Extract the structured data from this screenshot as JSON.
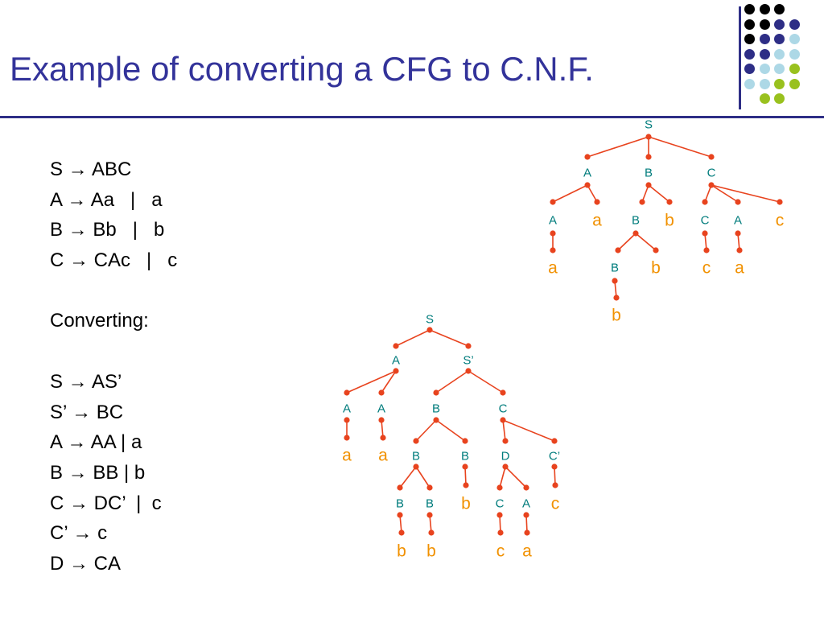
{
  "slide": {
    "title": "Example of converting a CFG to C.N.F."
  },
  "colors": {
    "title": "#33339a",
    "rule_lines": "#2e2e86",
    "edges": "#e8431e",
    "nonterminal_label": "#007c7c",
    "terminal_label": "#f19100",
    "dot_palette": [
      "#000000",
      "#2e2e86",
      "#add8e6",
      "#99c11e"
    ]
  },
  "decoration": {
    "dot_grid_rows": [
      [
        "#000000",
        "#000000",
        "#000000",
        null
      ],
      [
        "#000000",
        "#000000",
        "#2e2e86",
        "#2e2e86"
      ],
      [
        "#000000",
        "#2e2e86",
        "#2e2e86",
        "#add8e6"
      ],
      [
        "#2e2e86",
        "#2e2e86",
        "#add8e6",
        "#add8e6"
      ],
      [
        "#2e2e86",
        "#add8e6",
        "#add8e6",
        "#99c11e"
      ],
      [
        "#add8e6",
        "#add8e6",
        "#99c11e",
        "#99c11e"
      ],
      [
        null,
        "#99c11e",
        "#99c11e",
        null
      ]
    ]
  },
  "grammar": {
    "lines": [
      "S → ABC",
      "A → Aa   |   a",
      "B → Bb   |   b",
      "C → CAc   |   c",
      "",
      "Converting:",
      "",
      "S → AS’",
      "S’ → BC",
      "A → AA | a",
      "B → BB | b",
      "C → DC’  |  c",
      "C’ → c",
      "D → CA"
    ]
  },
  "trees": [
    {
      "name": "original-parse-tree",
      "nodes": [
        {
          "id": "S",
          "label": "S",
          "kind": "nt"
        },
        {
          "id": "A1",
          "label": "A",
          "kind": "nt"
        },
        {
          "id": "B1",
          "label": "B",
          "kind": "nt"
        },
        {
          "id": "C1",
          "label": "C",
          "kind": "nt"
        },
        {
          "id": "A2",
          "label": "A",
          "kind": "nt"
        },
        {
          "id": "a1",
          "label": "a",
          "kind": "t"
        },
        {
          "id": "B2",
          "label": "B",
          "kind": "nt"
        },
        {
          "id": "b1",
          "label": "b",
          "kind": "t"
        },
        {
          "id": "C2",
          "label": "C",
          "kind": "nt"
        },
        {
          "id": "A3",
          "label": "A",
          "kind": "nt"
        },
        {
          "id": "c1",
          "label": "c",
          "kind": "t"
        },
        {
          "id": "a2",
          "label": "a",
          "kind": "t"
        },
        {
          "id": "B3",
          "label": "B",
          "kind": "nt"
        },
        {
          "id": "b2",
          "label": "b",
          "kind": "t"
        },
        {
          "id": "c2",
          "label": "c",
          "kind": "t"
        },
        {
          "id": "a3",
          "label": "a",
          "kind": "t"
        },
        {
          "id": "b3",
          "label": "b",
          "kind": "t"
        }
      ],
      "edges": [
        [
          "S",
          "A1"
        ],
        [
          "S",
          "B1"
        ],
        [
          "S",
          "C1"
        ],
        [
          "A1",
          "A2"
        ],
        [
          "A1",
          "a1"
        ],
        [
          "B1",
          "B2"
        ],
        [
          "B1",
          "b1"
        ],
        [
          "C1",
          "C2"
        ],
        [
          "C1",
          "A3"
        ],
        [
          "C1",
          "c1"
        ],
        [
          "A2",
          "a2"
        ],
        [
          "B2",
          "B3"
        ],
        [
          "B2",
          "b2"
        ],
        [
          "C2",
          "c2"
        ],
        [
          "A3",
          "a3"
        ],
        [
          "B3",
          "b3"
        ]
      ]
    },
    {
      "name": "cnf-parse-tree",
      "nodes": [
        {
          "id": "S",
          "label": "S",
          "kind": "nt"
        },
        {
          "id": "A1",
          "label": "A",
          "kind": "nt"
        },
        {
          "id": "Sp",
          "label": "S’",
          "kind": "nt"
        },
        {
          "id": "A2",
          "label": "A",
          "kind": "nt"
        },
        {
          "id": "A3",
          "label": "A",
          "kind": "nt"
        },
        {
          "id": "B1",
          "label": "B",
          "kind": "nt"
        },
        {
          "id": "C1",
          "label": "C",
          "kind": "nt"
        },
        {
          "id": "a1",
          "label": "a",
          "kind": "t"
        },
        {
          "id": "a2",
          "label": "a",
          "kind": "t"
        },
        {
          "id": "B2",
          "label": "B",
          "kind": "nt"
        },
        {
          "id": "B3",
          "label": "B",
          "kind": "nt"
        },
        {
          "id": "D",
          "label": "D",
          "kind": "nt"
        },
        {
          "id": "Cp",
          "label": "C’",
          "kind": "nt"
        },
        {
          "id": "B4",
          "label": "B",
          "kind": "nt"
        },
        {
          "id": "B5",
          "label": "B",
          "kind": "nt"
        },
        {
          "id": "b1",
          "label": "b",
          "kind": "t"
        },
        {
          "id": "C2",
          "label": "C",
          "kind": "nt"
        },
        {
          "id": "A4",
          "label": "A",
          "kind": "nt"
        },
        {
          "id": "c1",
          "label": "c",
          "kind": "t"
        },
        {
          "id": "b2",
          "label": "b",
          "kind": "t"
        },
        {
          "id": "b3",
          "label": "b",
          "kind": "t"
        },
        {
          "id": "c2",
          "label": "c",
          "kind": "t"
        },
        {
          "id": "a3",
          "label": "a",
          "kind": "t"
        }
      ],
      "edges": [
        [
          "S",
          "A1"
        ],
        [
          "S",
          "Sp"
        ],
        [
          "A1",
          "A2"
        ],
        [
          "A1",
          "A3"
        ],
        [
          "Sp",
          "B1"
        ],
        [
          "Sp",
          "C1"
        ],
        [
          "A2",
          "a1"
        ],
        [
          "A3",
          "a2"
        ],
        [
          "B1",
          "B2"
        ],
        [
          "B1",
          "B3"
        ],
        [
          "C1",
          "D"
        ],
        [
          "C1",
          "Cp"
        ],
        [
          "B2",
          "B4"
        ],
        [
          "B2",
          "B5"
        ],
        [
          "B3",
          "b1"
        ],
        [
          "D",
          "C2"
        ],
        [
          "D",
          "A4"
        ],
        [
          "Cp",
          "c1"
        ],
        [
          "B4",
          "b2"
        ],
        [
          "B5",
          "b3"
        ],
        [
          "C2",
          "c2"
        ],
        [
          "A4",
          "a3"
        ]
      ]
    }
  ]
}
